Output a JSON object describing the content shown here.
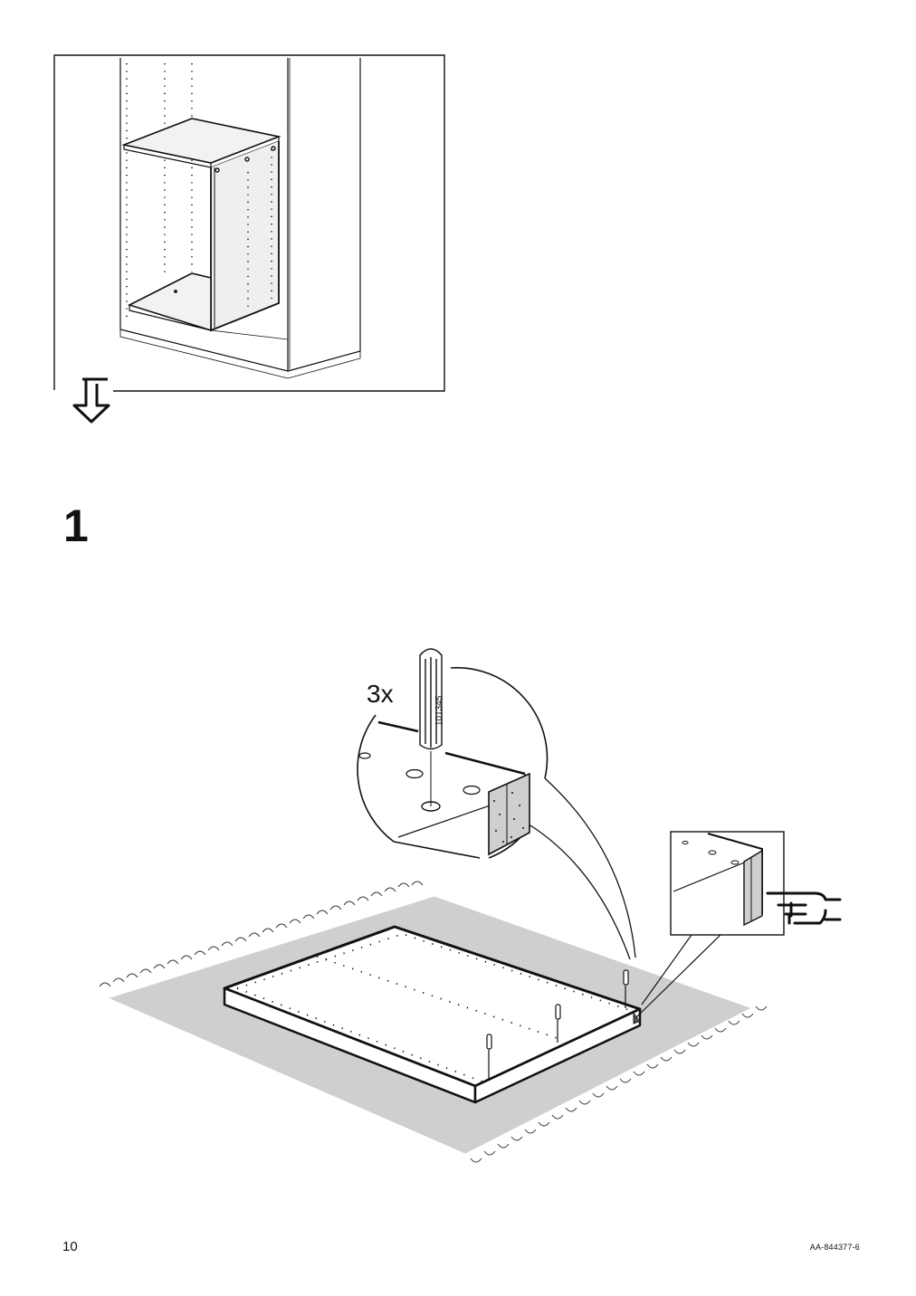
{
  "page": {
    "page_number": "10",
    "document_code": "AA-844377-6"
  },
  "step": {
    "number": "1",
    "quantity": "3x",
    "part_number": "101345"
  },
  "icons": {
    "previous_step": "wardrobe-frame-with-shelf-insert",
    "continue_arrow": "arrow-down-icon",
    "hand": "pointing-hand-icon",
    "dowel": "wooden-dowel-icon"
  }
}
